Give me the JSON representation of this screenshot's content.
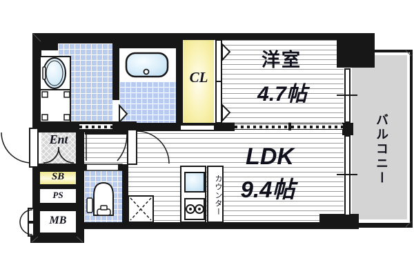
{
  "floor_plan": {
    "rooms": {
      "western_room": {
        "name": "洋室",
        "size": "4.7帖"
      },
      "ldk": {
        "name": "LDK",
        "size": "9.4帖"
      },
      "closet": {
        "label": "CL"
      },
      "entrance": {
        "label": "Ent"
      },
      "shoe_box": {
        "label": "SB"
      },
      "pipe_space": {
        "label": "PS"
      },
      "meter_box": {
        "label": "MB"
      },
      "balcony": {
        "label": "バルコニー"
      },
      "kitchen_counter": {
        "label": "カウンター"
      }
    },
    "fixtures": [
      "bathtub",
      "wash-basin",
      "washing-machine-pan",
      "toilet",
      "kitchen-sink",
      "gas-stove",
      "refrigerator-space",
      "entrance-door",
      "interior-hinged-doors",
      "sliding-windows",
      "folding-closet-doors"
    ],
    "colors": {
      "wall": "#171717",
      "tile_blue": "#b9ccf0",
      "closet_yellow": "#f1e78c",
      "shoe_box_yellow": "#f0e88e",
      "balcony_gray": "#d4d4d4",
      "entrance_gray": "#d6d6d6",
      "floor_line": "#9a9a9a",
      "water_blue": "#cfe7f4"
    }
  }
}
